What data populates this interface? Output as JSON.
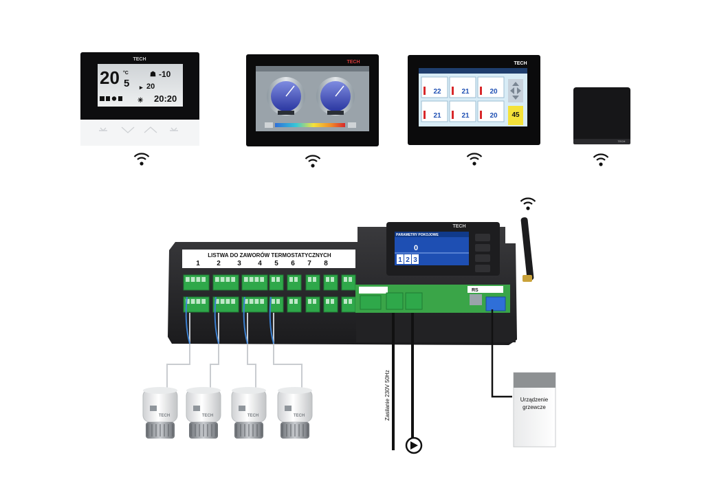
{
  "brand": "TECH",
  "devices": {
    "thermostat_lcd": {
      "brand": "TECH",
      "temp_main": "20",
      "temp_main_unit": "°C",
      "temp_decimal": "5",
      "temp_outdoor": "-10",
      "temp_set": "20",
      "clock": "20:20"
    },
    "panel_analog": {
      "brand": "TECH"
    },
    "panel_zones": {
      "brand": "TECH",
      "zones": [
        "22",
        "21",
        "20",
        "21",
        "21",
        "20"
      ],
      "outdoor": "45"
    },
    "wireless_sensor": {
      "brand": "TECH"
    }
  },
  "controller": {
    "strip_title": "LISTWA DO ZAWORÓW TERMOSTATYCZNYCH",
    "zone_numbers": [
      "1",
      "2",
      "3",
      "4",
      "5",
      "6",
      "7",
      "8"
    ],
    "display_header": "PARAMETRY POKOJOWE",
    "display_value": "0",
    "display_tabs": [
      "1",
      "2",
      "3"
    ],
    "brand": "TECH",
    "rs_label": "RS",
    "power_label": "Zasilanie 230V 50Hz",
    "actuator_brand": "TECH"
  },
  "heating_device": {
    "label_line1": "Urządzenie",
    "label_line2": "grzewcze"
  },
  "colors": {
    "terminal_green": "#2fa84a",
    "pcb_green": "#3aa548",
    "housing": "#2a2a2c",
    "lcd_blue": "#1e4fb3",
    "wire_blue": "#3a7fd0"
  }
}
